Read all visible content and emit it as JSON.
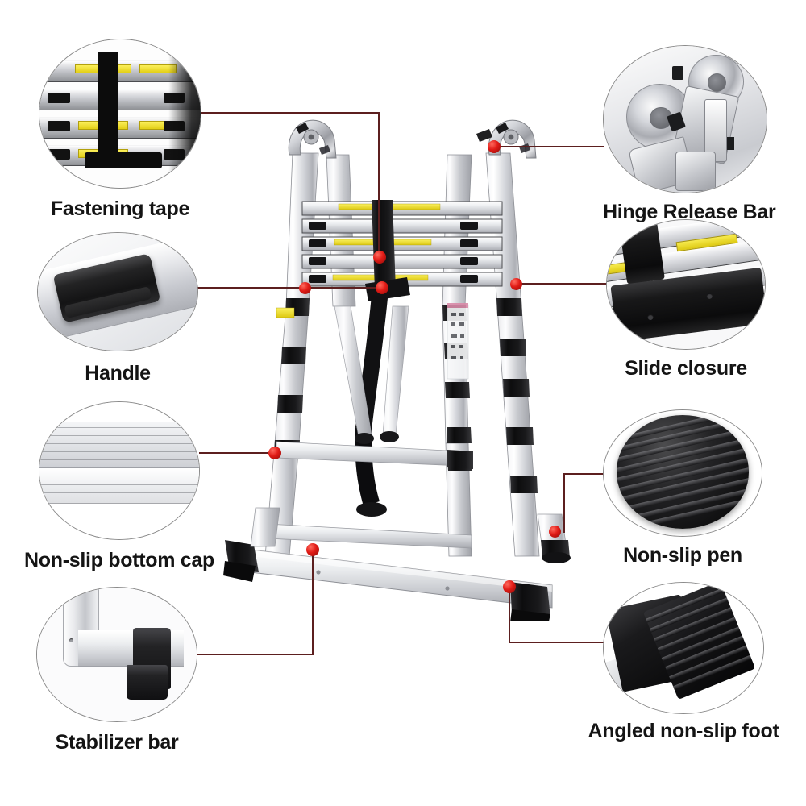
{
  "diagram": {
    "title": "Telescoping A-frame ladder feature callouts",
    "subject": "Aluminium telescopic extension ladder shown in A-frame (folded) position",
    "leader_line_color": "#5c1f1f",
    "anchor_dot_color": "#d81d16",
    "label_color": "#141414",
    "background_color": "#ffffff",
    "circle_border_color": "#8a8a8a",
    "callout_count": 8
  },
  "callouts": [
    {
      "id": "fastening-tape",
      "label": "Fastening tape",
      "side": "left",
      "order": 1,
      "icon": "fastening-tape-photo",
      "description": "Black hook-and-loop strap wrapped around the collapsed aluminium rungs with yellow warning labels"
    },
    {
      "id": "hinge-release-bar",
      "label": "Hinge Release Bar",
      "side": "right",
      "order": 1,
      "icon": "hinge-release-bar-photo",
      "description": "Polished metal hinge assembly with twin pivot discs and release levers"
    },
    {
      "id": "handle",
      "label": "Handle",
      "side": "left",
      "order": 2,
      "icon": "handle-photo",
      "description": "Moulded black rubber grip handle mounted on the silver side rail"
    },
    {
      "id": "slide-closure",
      "label": "Slide closure",
      "side": "right",
      "order": 2,
      "icon": "slide-closure-photo",
      "description": "Black slide closure bar across the stacked rungs with yellow instruction labels"
    },
    {
      "id": "non-slip-bottom-cap",
      "label": "Non-slip bottom cap",
      "side": "left",
      "order": 3,
      "icon": "non-slip-bottom-cap-photo",
      "description": "Close-up of the ribbed brushed-aluminium surface of the bottom cap"
    },
    {
      "id": "non-slip-pen",
      "label": "Non-slip pen",
      "side": "right",
      "order": 3,
      "icon": "non-slip-pen-photo",
      "description": "Round black rubber foot pad with horizontal anti-slip ribs"
    },
    {
      "id": "stabilizer-bar",
      "label": "Stabilizer bar",
      "side": "left",
      "order": 4,
      "icon": "stabilizer-bar-photo",
      "description": "Silver stabilizer bar joined to the rail tube with a black end foot"
    },
    {
      "id": "angled-non-slip-foot",
      "label": "Angled non-slip foot",
      "side": "right",
      "order": 4,
      "icon": "angled-non-slip-foot-photo",
      "description": "Two angled black rubber feet with deep anti-slip ribbing"
    }
  ]
}
